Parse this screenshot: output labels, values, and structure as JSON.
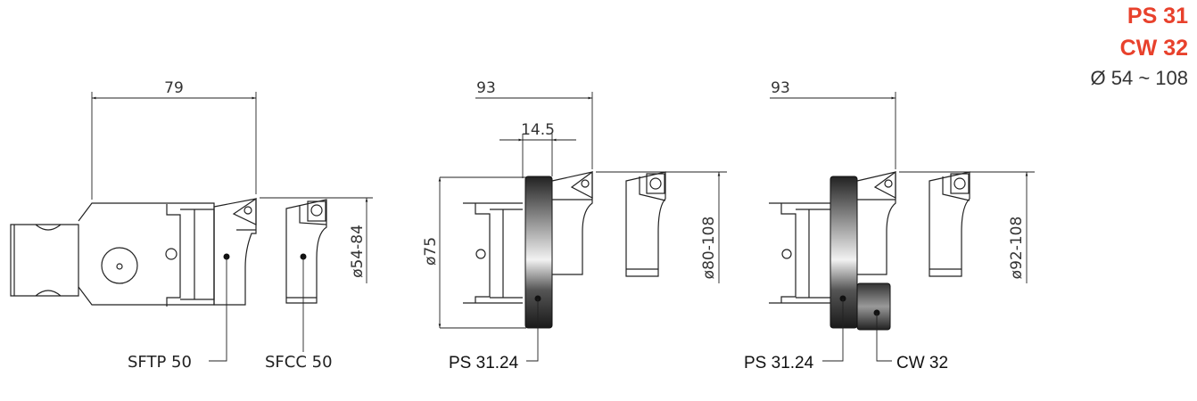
{
  "header": {
    "line1": "PS 31",
    "line2": "CW 32",
    "line3": "Ø 54 ~ 108"
  },
  "colors": {
    "accent": "#e8412c",
    "ring": "#2b2b2b"
  },
  "view1": {
    "length_dim": "79",
    "diameter_dim": "ø54-84",
    "label_holder": "SFTP 50",
    "label_cartridge": "SFCC 50"
  },
  "view2": {
    "length_dim": "93",
    "offset_dim": "14.5",
    "ring_dia_dim": "ø75",
    "diameter_dim": "ø80-108",
    "label_ring": "PS 31.24"
  },
  "view3": {
    "length_dim": "93",
    "diameter_dim": "ø92-108",
    "label_ring": "PS 31.24",
    "label_extension": "CW 32"
  }
}
